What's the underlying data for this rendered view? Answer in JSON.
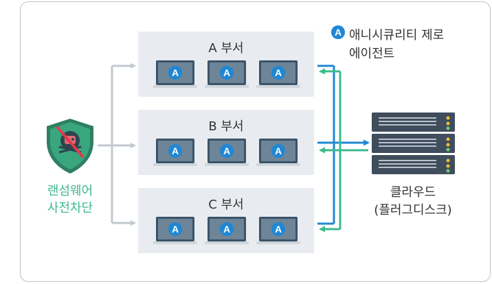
{
  "departments": [
    {
      "label": "A 부서"
    },
    {
      "label": "B 부서"
    },
    {
      "label": "C 부서"
    }
  ],
  "laptop_badge": "A",
  "legend": {
    "badge": "A",
    "line1": "애니시큐리티 제로",
    "line2": "에이전트"
  },
  "shield": {
    "line1": "랜섬웨어",
    "line2": "사전차단",
    "icon": "ransomware-shield-icon"
  },
  "cloud": {
    "line1": "클라우드",
    "line2": "(플러그디스크)",
    "icon": "server-stack-icon"
  },
  "colors": {
    "accent_blue": "#1f87d4",
    "accent_green": "#3cb98c",
    "gray_arrow": "#c3c8ce",
    "laptop_body": "#3b5368",
    "shield_green": "#3aa67f",
    "server_dark": "#3f4d5d"
  }
}
